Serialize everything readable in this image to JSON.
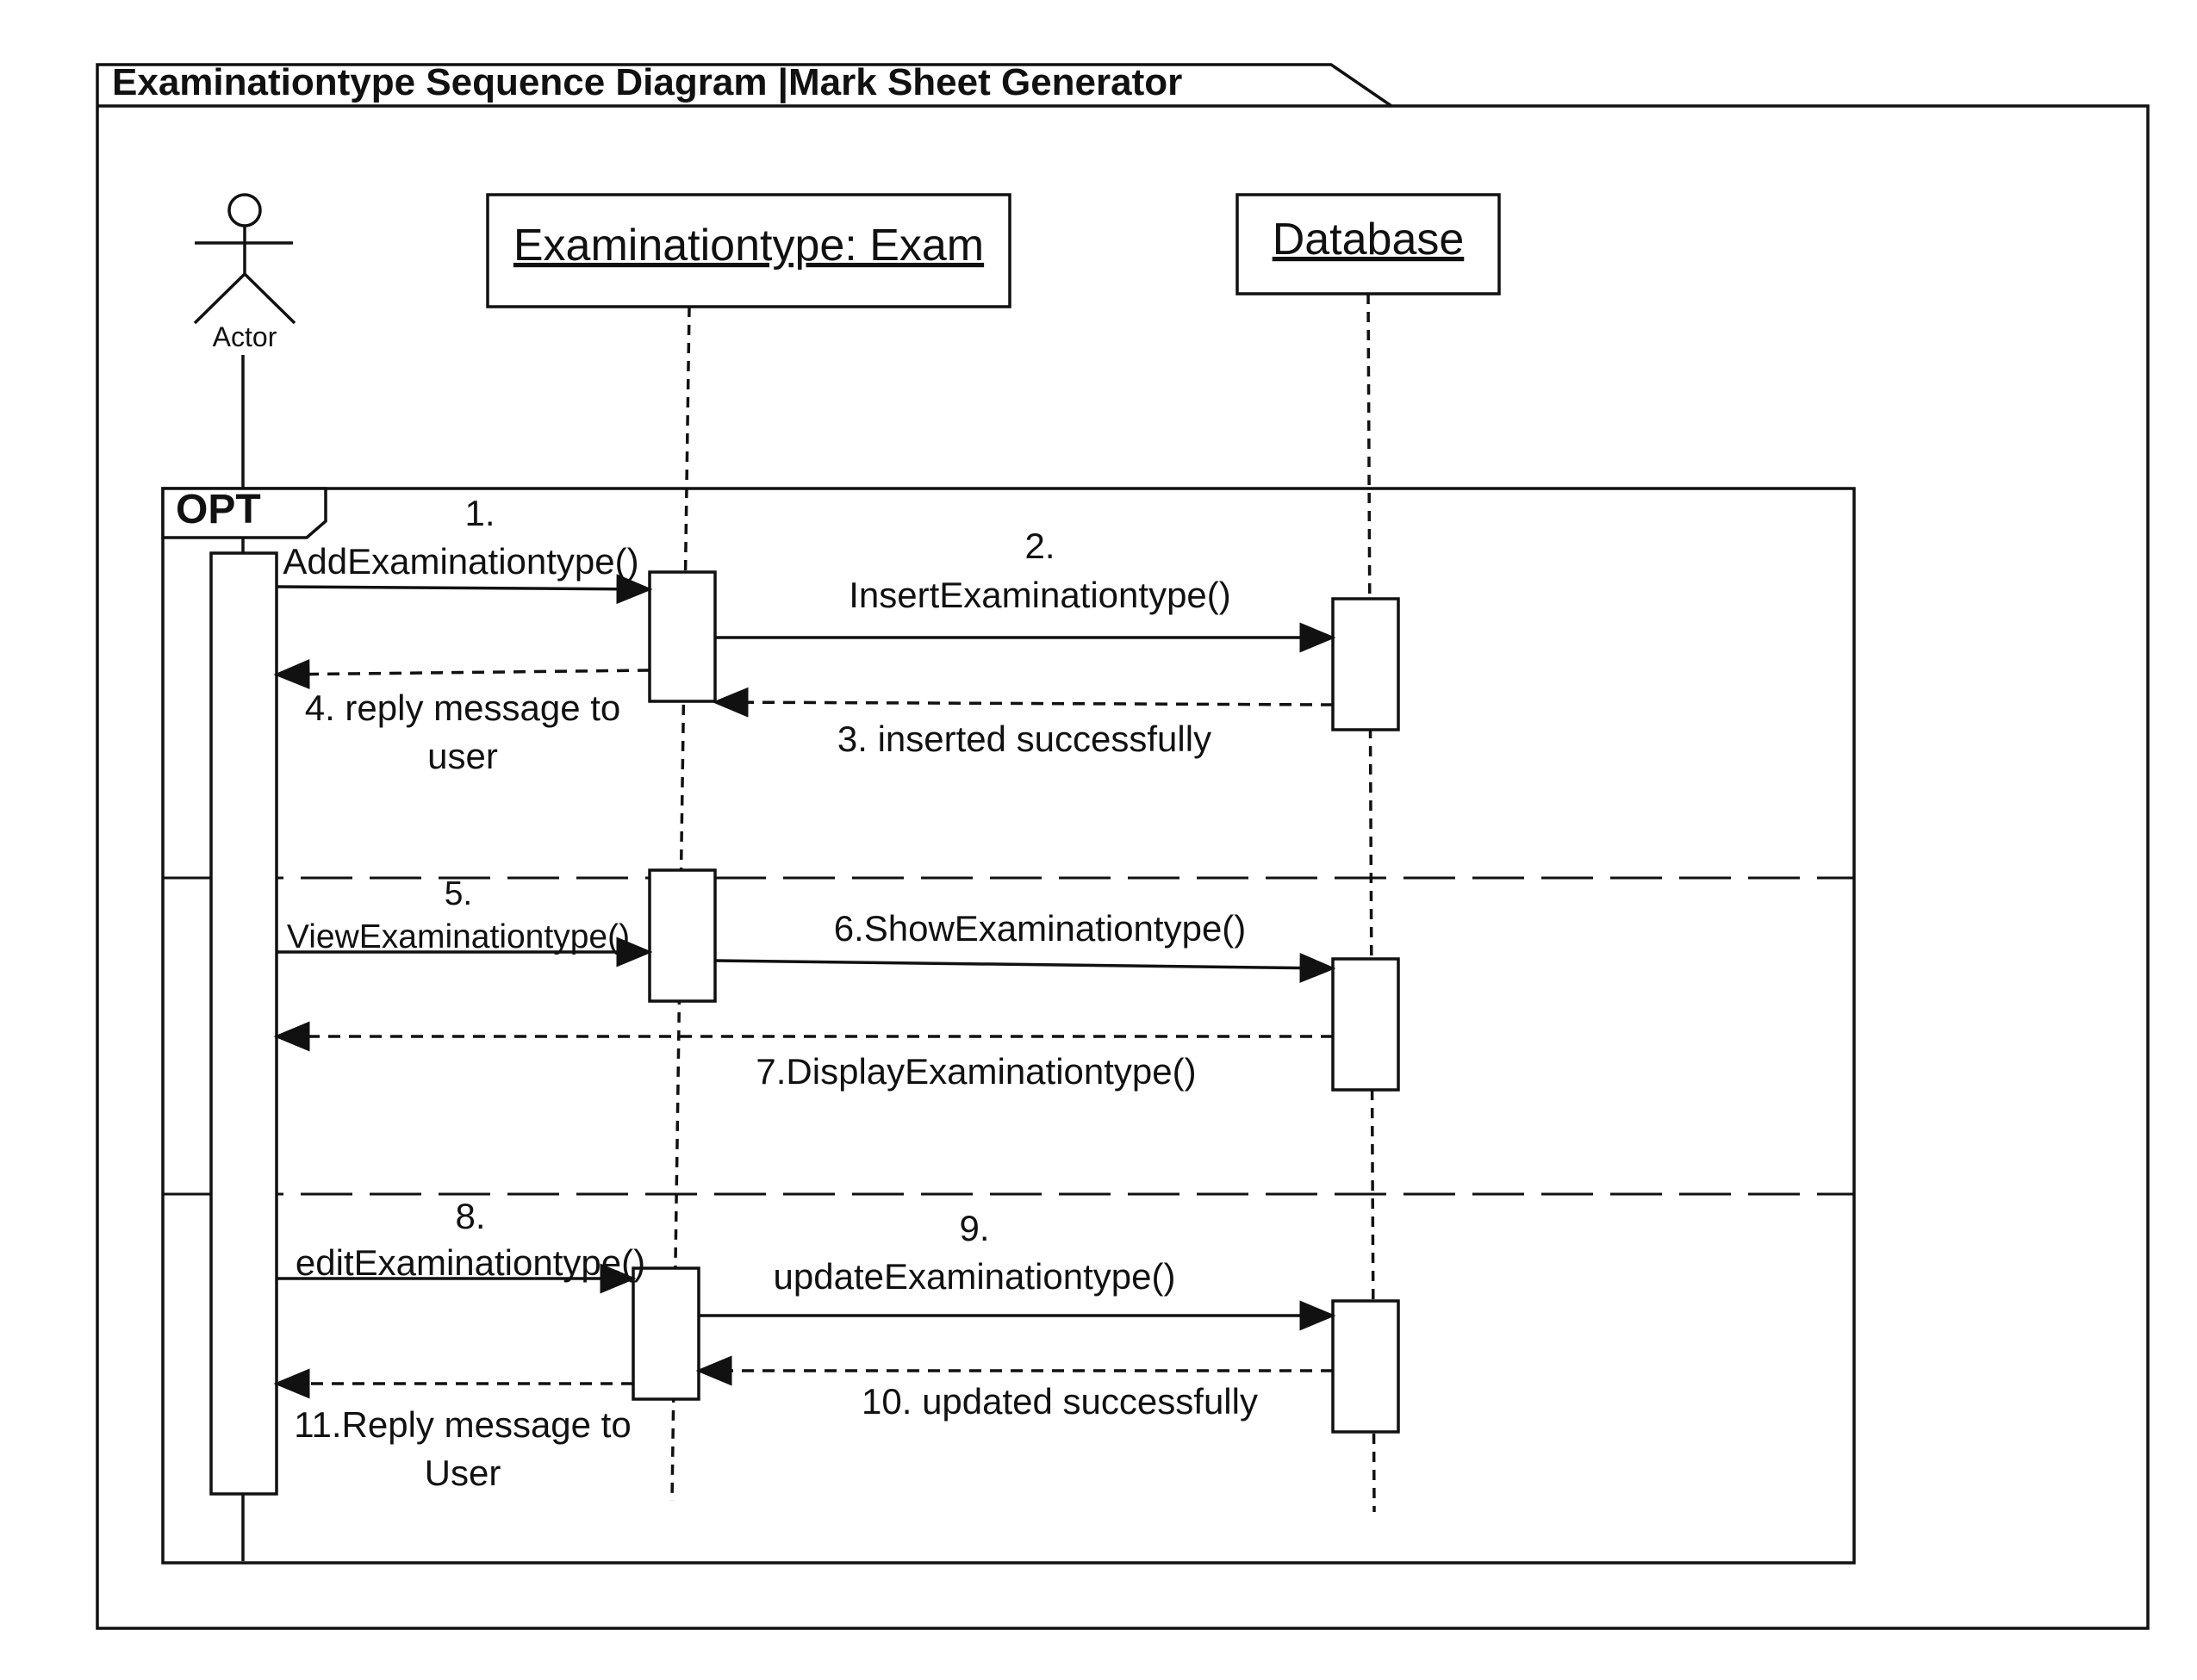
{
  "diagram": {
    "frame_title": "Examinationtype Sequence Diagram |Mark Sheet Generator",
    "fragment_label": "OPT",
    "participants": {
      "actor": "Actor",
      "exam": "Examinationtype: Exam",
      "database": "Database"
    },
    "messages": {
      "m1_num": "1.",
      "m1_text": "AddExaminationtype()",
      "m2_num": "2.",
      "m2_text": "InsertExaminationtype()",
      "m3_text": "3. inserted successfully",
      "m4_line1": "4. reply message to",
      "m4_line2": "user",
      "m5_num": "5.",
      "m5_text": "ViewExaminationtype()",
      "m6_text": "6.ShowExaminationtype()",
      "m7_text": "7.DisplayExaminationtype()",
      "m8_num": "8.",
      "m8_text": "editExaminationtype()",
      "m9_num": "9.",
      "m9_text": "updateExaminationtype()",
      "m10_text": "10. updated successfully",
      "m11_line1": "11.Reply message to",
      "m11_line2": "User"
    }
  }
}
